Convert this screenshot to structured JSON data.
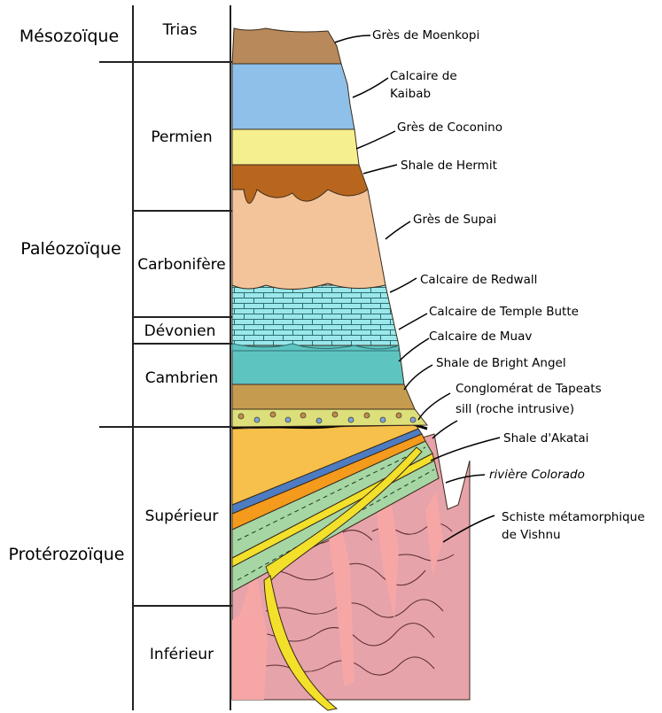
{
  "eras": [
    "Mésozoïque",
    "Paléozoïque",
    "Protérozoïque"
  ],
  "periods": [
    "Trias",
    "Permien",
    "Carbonifère",
    "Dévonien",
    "Cambrien",
    "Supérieur",
    "Inférieur"
  ],
  "units": [
    "Grès de Moenkopi",
    "Calcaire de",
    "Kaibab",
    "Grès de Coconino",
    "Shale de Hermit",
    "Grès de Supai",
    "Calcaire de Redwall",
    "Calcaire de Temple Butte",
    "Calcaire de Muav",
    "Shale de Bright Angel",
    "Conglomérat de Tapeats",
    "sill (roche intrusive)",
    "Shale d'Akatai",
    "rivière Colorado",
    "Schiste métamorphique",
    "de Vishnu"
  ],
  "colors": {
    "moenkopi": "#b8895a",
    "kaibab": "#8ec0ea",
    "coconino": "#f6ef8e",
    "hermit": "#b8661e",
    "supai": "#f3c49a",
    "redwall": "#9ae8ea",
    "muav": "#5ec4c0",
    "bright_angel": "#c59b4f",
    "tapeats": "#dde07a",
    "proterozoic_orange": "#f7c04a",
    "proterozoic_blue": "#4d7cc2",
    "proterozoic_green": "#a5d6a4",
    "proterozoic_deep_orange": "#f49a1c",
    "sill": "#f3e02a",
    "vishnu": "#e6a3aa"
  }
}
